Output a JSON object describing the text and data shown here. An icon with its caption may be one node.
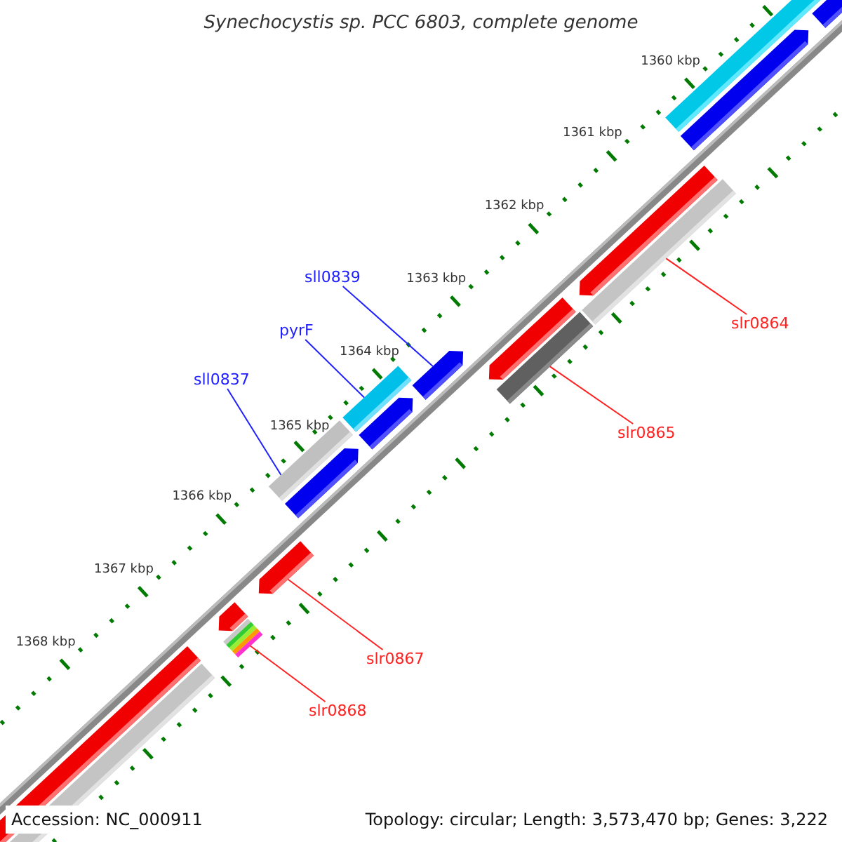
{
  "diagram": {
    "title": "Synechocystis sp. PCC 6803, complete genome",
    "nodes": [
      {
        "text": [
          "sll0839"
        ]
      },
      {
        "text": [
          "slr0864"
        ]
      },
      {
        "text": [
          "pyrF"
        ]
      },
      {
        "text": [
          "sll0837"
        ]
      },
      {
        "text": [
          "slr0865"
        ]
      },
      {
        "text": [
          "slr0867"
        ]
      },
      {
        "text": [
          "slr0868"
        ]
      },
      {
        "text": [],
        "shape": "bar"
      },
      {
        "text": [],
        "shape": "bar"
      },
      {
        "text": [],
        "shape": "arrow"
      },
      {
        "text": [],
        "shape": "bar"
      },
      {
        "text": [],
        "shape": "bar"
      },
      {
        "text": [],
        "shape": "arrow"
      },
      {
        "text": [],
        "shape": "bar"
      }
    ],
    "edges": [
      {
        "from": 0,
        "to": 9,
        "arrow": "none",
        "color": "#2020ff"
      },
      {
        "from": 1,
        "to": 7,
        "arrow": "none"
      },
      {
        "from": 2,
        "to": 10,
        "arrow": "none",
        "color": "#2020ff"
      },
      {
        "from": 3,
        "to": 11,
        "arrow": "none",
        "color": "#2020ff"
      },
      {
        "from": 4,
        "to": 8,
        "arrow": "none"
      },
      {
        "from": 5,
        "to": 12,
        "arrow": "none"
      },
      {
        "from": 6,
        "to": 13,
        "arrow": "none"
      }
    ],
    "labels": [
      "1360 kbp",
      "1361 kbp",
      "1362 kbp",
      "1363 kbp",
      "1364 kbp",
      "1365 kbp",
      "1366 kbp",
      "1367 kbp",
      "1368 kbp",
      "Accession: NC_000911",
      "Topology: circular; Length: 3,573,470 bp; Genes: 3,222"
    ]
  }
}
